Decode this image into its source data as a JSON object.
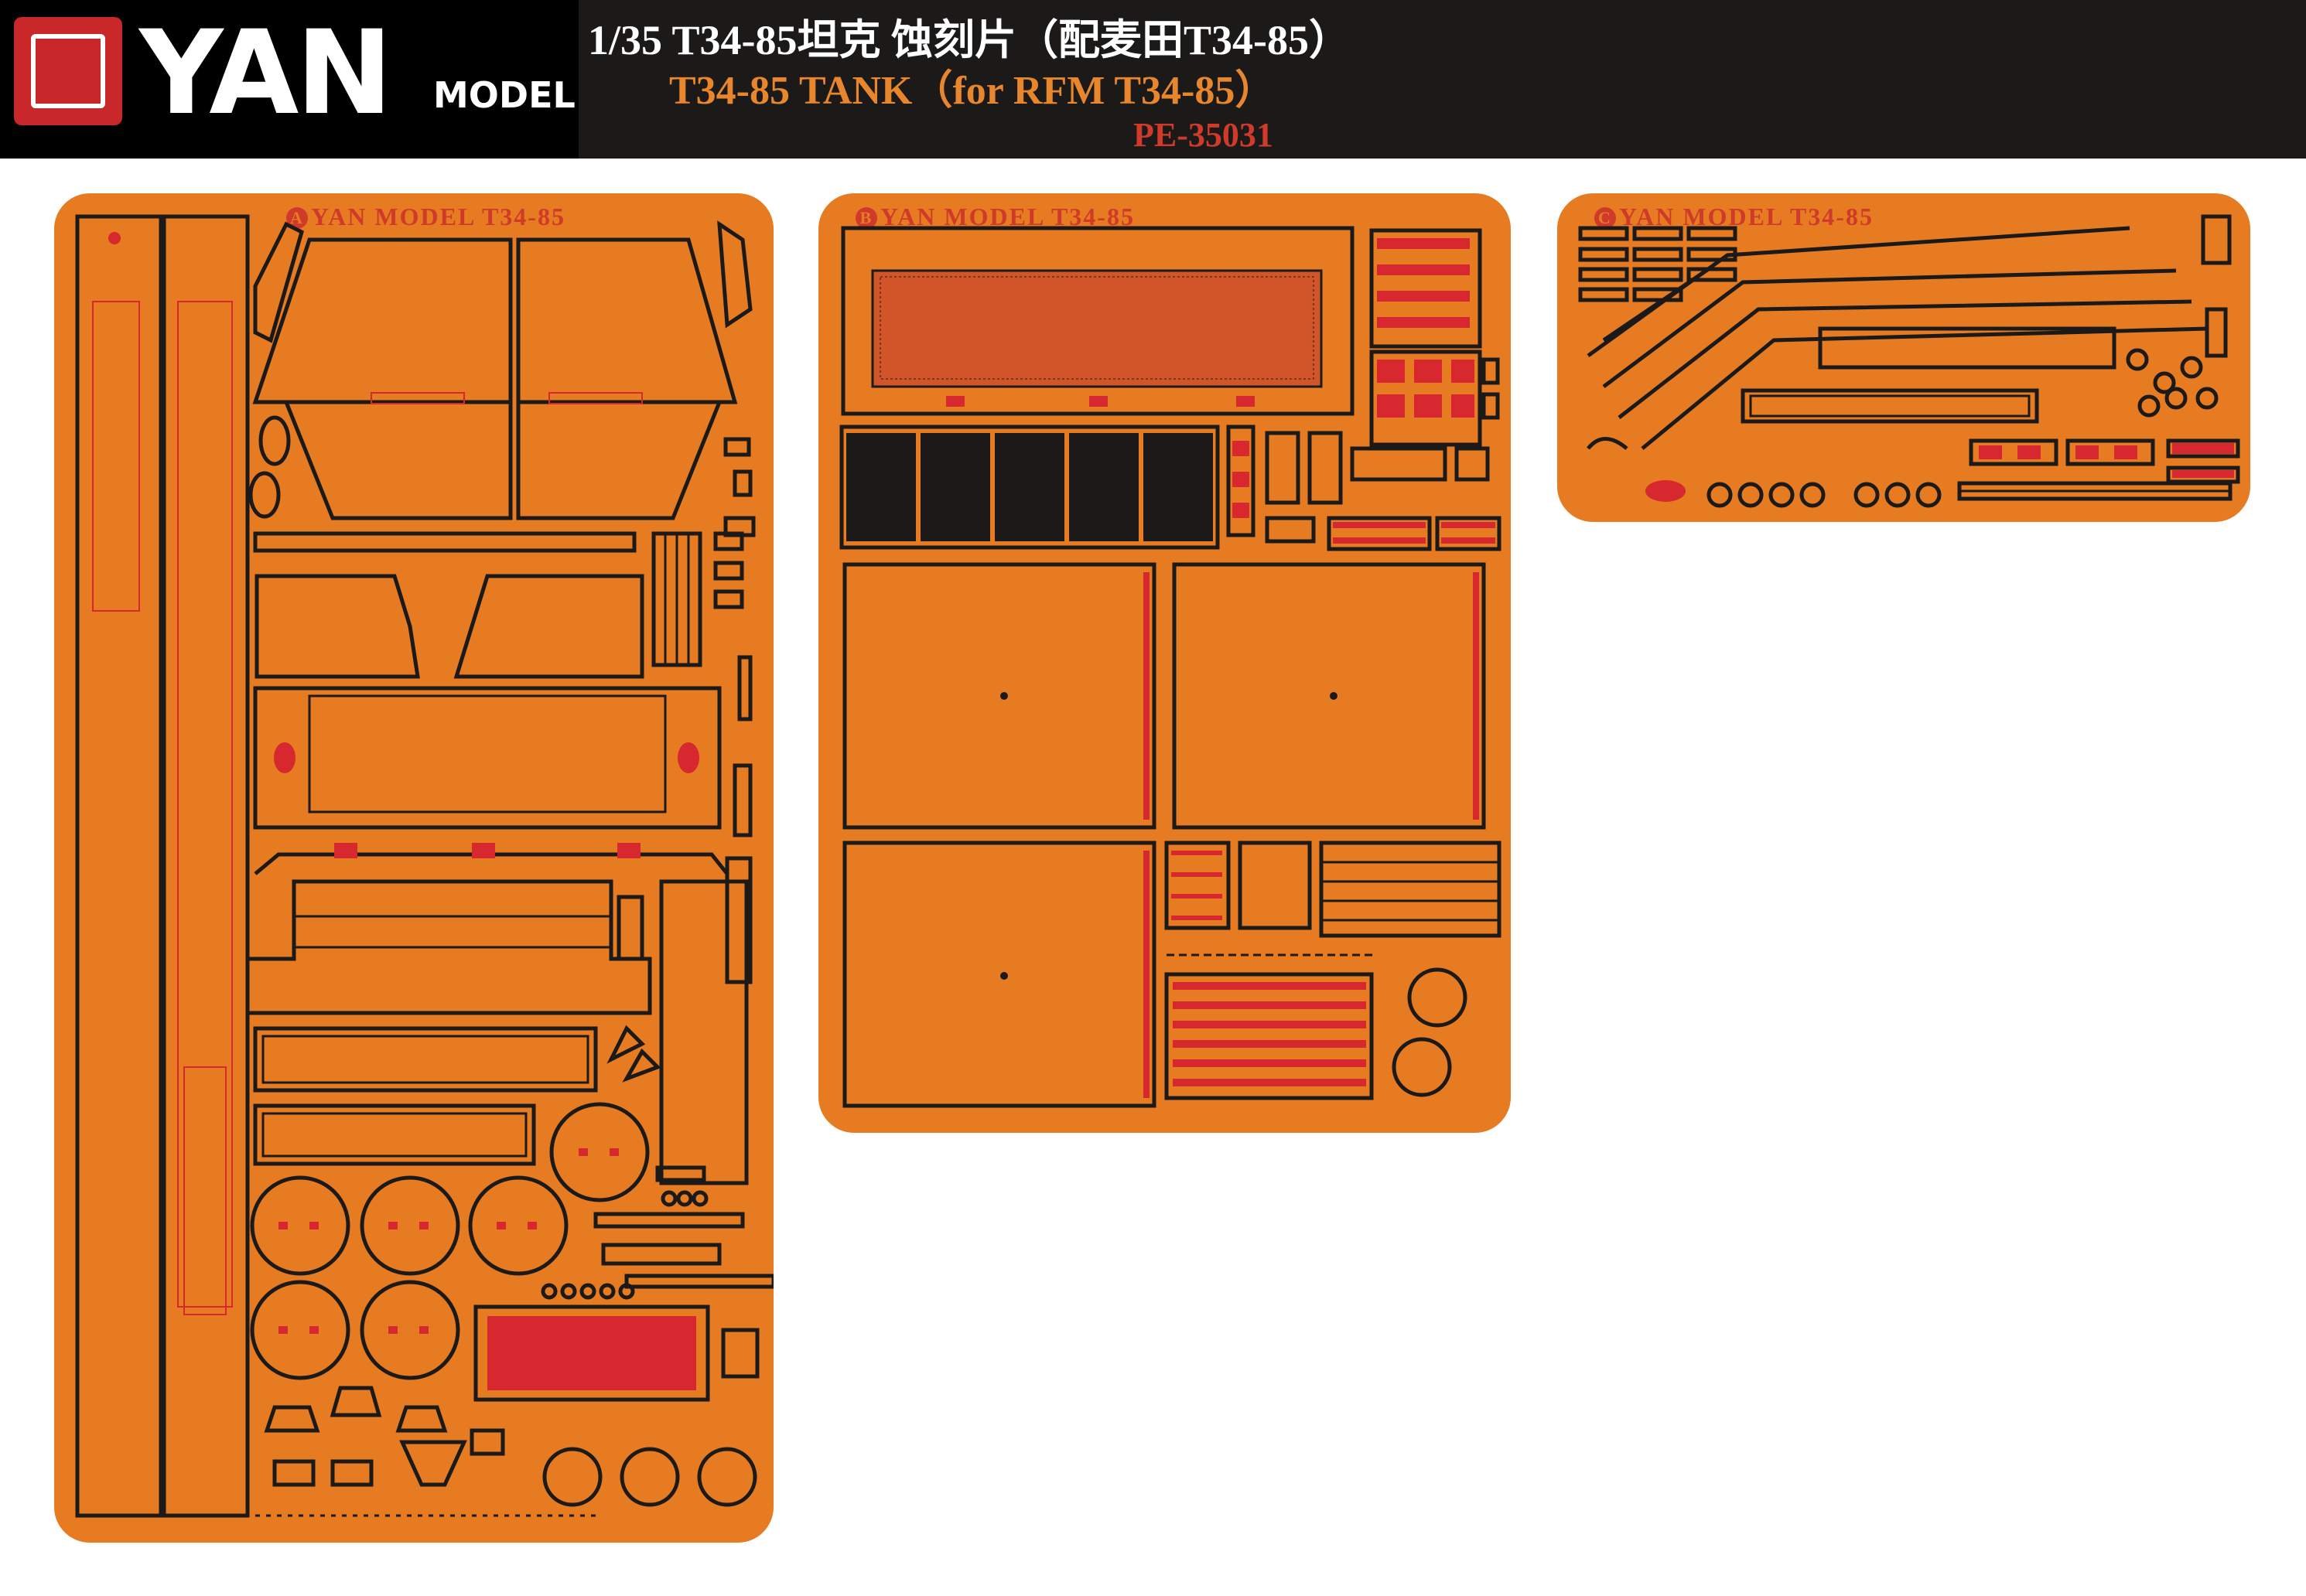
{
  "header": {
    "logo_brand": "YAN",
    "logo_sub": "MODEL",
    "title_cn": "1/35 T34-85坦克 蚀刻片（配麦田T34-85）",
    "title_en": "T34-85 TANK（for RFM T34-85）",
    "product_code": "PE-35031"
  },
  "frets": [
    {
      "letter": "A",
      "title": "YAN MODEL T34-85"
    },
    {
      "letter": "B",
      "title": "YAN MODEL T34-85"
    },
    {
      "letter": "C",
      "title": "YAN MODEL T34-85"
    }
  ],
  "colors": {
    "fret": "#e67b22",
    "header_bg": "#1c1a19",
    "accent_red": "#d7282f",
    "title_orange": "#e8862d"
  }
}
